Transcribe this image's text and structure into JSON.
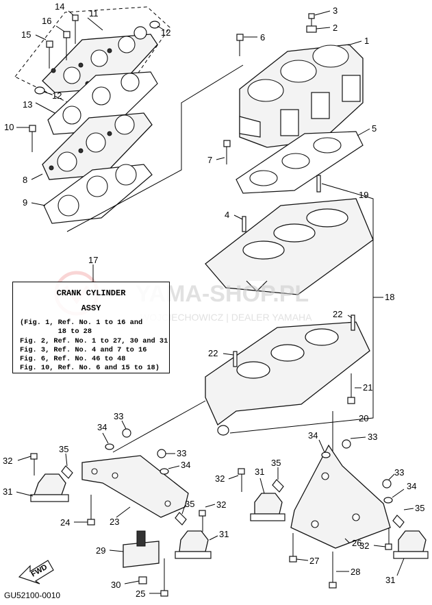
{
  "callouts": [
    {
      "id": "1",
      "text": "1"
    },
    {
      "id": "2",
      "text": "2"
    },
    {
      "id": "3",
      "text": "3"
    },
    {
      "id": "4",
      "text": "4"
    },
    {
      "id": "5",
      "text": "5"
    },
    {
      "id": "6",
      "text": "6"
    },
    {
      "id": "7",
      "text": "7"
    },
    {
      "id": "8",
      "text": "8"
    },
    {
      "id": "9",
      "text": "9"
    },
    {
      "id": "10",
      "text": "10"
    },
    {
      "id": "11",
      "text": "11"
    },
    {
      "id": "12a",
      "text": "12"
    },
    {
      "id": "12b",
      "text": "12"
    },
    {
      "id": "13",
      "text": "13"
    },
    {
      "id": "14",
      "text": "14"
    },
    {
      "id": "15",
      "text": "15"
    },
    {
      "id": "16",
      "text": "16"
    },
    {
      "id": "17",
      "text": "17"
    },
    {
      "id": "18",
      "text": "18"
    },
    {
      "id": "19",
      "text": "19"
    },
    {
      "id": "20",
      "text": "20"
    },
    {
      "id": "21",
      "text": "21"
    },
    {
      "id": "22a",
      "text": "22"
    },
    {
      "id": "22b",
      "text": "22"
    },
    {
      "id": "23",
      "text": "23"
    },
    {
      "id": "24",
      "text": "24"
    },
    {
      "id": "25",
      "text": "25"
    },
    {
      "id": "26",
      "text": "26"
    },
    {
      "id": "27",
      "text": "27"
    },
    {
      "id": "28",
      "text": "28"
    },
    {
      "id": "29",
      "text": "29"
    },
    {
      "id": "30",
      "text": "30"
    },
    {
      "id": "31a",
      "text": "31"
    },
    {
      "id": "31b",
      "text": "31"
    },
    {
      "id": "31c",
      "text": "31"
    },
    {
      "id": "31d",
      "text": "31"
    },
    {
      "id": "32a",
      "text": "32"
    },
    {
      "id": "32b",
      "text": "32"
    },
    {
      "id": "32c",
      "text": "32"
    },
    {
      "id": "32d",
      "text": "32"
    },
    {
      "id": "33a",
      "text": "33"
    },
    {
      "id": "33b",
      "text": "33"
    },
    {
      "id": "33c",
      "text": "33"
    },
    {
      "id": "33d",
      "text": "33"
    },
    {
      "id": "34a",
      "text": "34"
    },
    {
      "id": "34b",
      "text": "34"
    },
    {
      "id": "34c",
      "text": "34"
    },
    {
      "id": "34d",
      "text": "34"
    },
    {
      "id": "35a",
      "text": "35"
    },
    {
      "id": "35b",
      "text": "35"
    },
    {
      "id": "35c",
      "text": "35"
    },
    {
      "id": "35d",
      "text": "35"
    }
  ],
  "note": {
    "title_line1": "CRANK CYLINDER",
    "title_line2": "ASSY",
    "lines": [
      "(Fig. 1, Ref. No. 1 to 16 and",
      "         18 to 28",
      "Fig. 2, Ref. No. 1 to 27, 30 and 31",
      "Fig. 3, Ref. No. 4 and 7 to 16",
      "Fig. 6, Ref. No. 46 to 48",
      "Fig. 10, Ref. No. 6 and 15 to 18)"
    ]
  },
  "watermark": {
    "main": "YAMA-SHOP.PL",
    "sub": "WOJCIECHOWICZ | DEALER YAMAHA"
  },
  "fwd_label": "FWD",
  "diagram_code": "GU52100-0010"
}
